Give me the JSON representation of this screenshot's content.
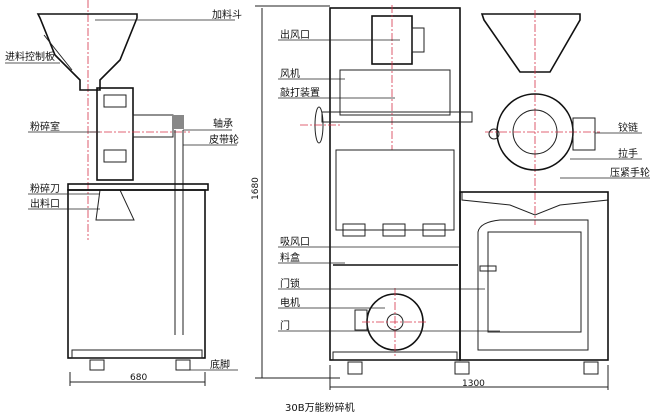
{
  "title": "30B万能粉碎机",
  "side_view": {
    "labels": {
      "hopper": "加料斗",
      "feed_control_plate": "进料控制板",
      "crushing_chamber": "粉碎室",
      "crushing_blade": "粉碎刀",
      "discharge_port": "出料口",
      "bearing": "轴承",
      "pulley": "皮带轮",
      "foot": "底脚"
    },
    "width_dimension": "680"
  },
  "front_view": {
    "labels": {
      "air_outlet": "出风口",
      "fan": "风机",
      "beating_device": "敲打装置",
      "air_inlet": "吸风口",
      "material_box": "料盒",
      "door_lock": "门锁",
      "motor": "电机",
      "door": "门"
    },
    "height_dimension": "1680",
    "width_dimension": "1300"
  },
  "right_view": {
    "labels": {
      "hinge": "铰链",
      "handle": "拉手",
      "clamp_handwheel": "压紧手轮"
    }
  },
  "colors": {
    "centerline": "#d6334a",
    "line": "#222222"
  }
}
